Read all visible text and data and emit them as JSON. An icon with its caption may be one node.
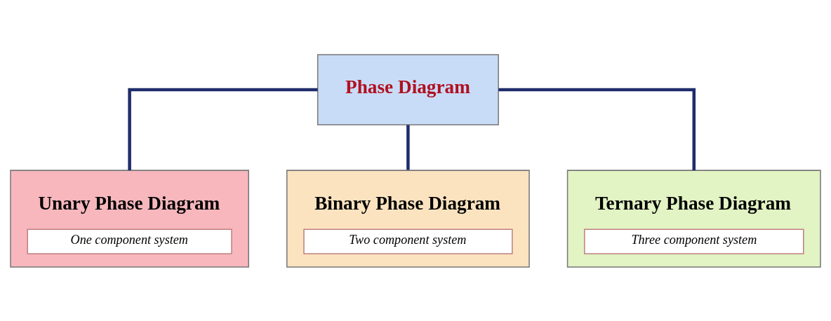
{
  "diagram": {
    "nodes": [
      {
        "text": [
          "Phase Diagram"
        ]
      },
      {
        "text": [
          "Unary Phase Diagram",
          "One component system"
        ]
      },
      {
        "text": [
          "Binary Phase Diagram",
          "Two component system"
        ]
      },
      {
        "text": [
          "Ternary Phase Diagram",
          "Three component system"
        ]
      }
    ],
    "edges": [
      {
        "from": 0,
        "to": 1,
        "arrow": "none"
      },
      {
        "from": 0,
        "to": 2,
        "arrow": "none"
      },
      {
        "from": 0,
        "to": 3,
        "arrow": "none"
      }
    ]
  }
}
